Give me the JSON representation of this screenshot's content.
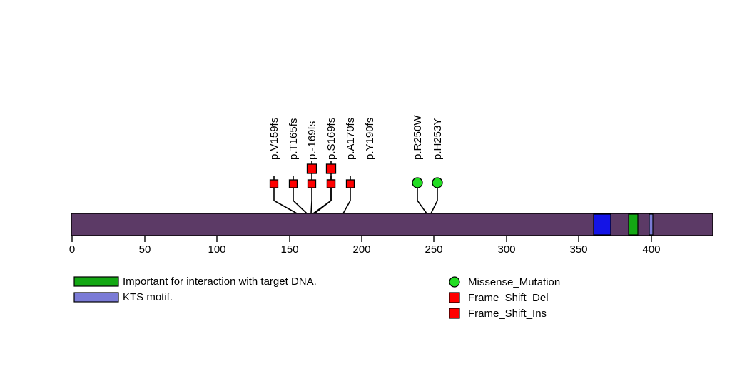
{
  "chart_data": {
    "type": "lollipop",
    "title": "",
    "xlabel": "",
    "ylabel": "",
    "xlim": [
      0,
      442
    ],
    "protein_length": 442,
    "axis": {
      "ticks": [
        0,
        50,
        100,
        150,
        200,
        250,
        300,
        350,
        400
      ],
      "tick_labels": [
        "0",
        "50",
        "100",
        "150",
        "200",
        "250",
        "300",
        "350",
        "400"
      ]
    },
    "backbone": {
      "color": "#5c3a66",
      "start": 0,
      "end": 442
    },
    "domains": [
      {
        "name": "zinc-finger-region",
        "color": "#1414e6",
        "start": 360,
        "end": 372,
        "legend": false
      },
      {
        "name": "important-for-interaction-with-target-dna",
        "color": "#14a814",
        "start": 384,
        "end": 390,
        "legend": true
      },
      {
        "name": "kts-motif",
        "color": "#7b7bd6",
        "start": 399,
        "end": 401,
        "legend": true
      }
    ],
    "mutations": [
      {
        "label": "p.V159fs",
        "position": 159,
        "type": "Frame_Shift_Del",
        "count": 1,
        "color": "#ff0000",
        "shape": "square"
      },
      {
        "label": "p.T165fs",
        "position": 165,
        "type": "Frame_Shift_Del",
        "count": 1,
        "color": "#ff0000",
        "shape": "square"
      },
      {
        "label": "p.-169fs",
        "position": 169,
        "type": "Frame_Shift_Ins",
        "count": 2,
        "color": "#ff0000",
        "shape": "square"
      },
      {
        "label": "p.S169fs",
        "position": 170,
        "type": "Frame_Shift_Del",
        "count": 2,
        "color": "#ff0000",
        "shape": "square"
      },
      {
        "label": "p.A170fs",
        "position": 171,
        "type": "Frame_Shift_Del",
        "count": 1,
        "color": "#ff0000",
        "shape": "square"
      },
      {
        "label": "p.Y190fs",
        "position": 190,
        "type": "Frame_Shift_Del",
        "count": 1,
        "color": "#ff0000",
        "shape": "square"
      },
      {
        "label": "p.R250W",
        "position": 250,
        "type": "Missense_Mutation",
        "count": 1,
        "color": "#22dd22",
        "shape": "circle"
      },
      {
        "label": "p.H253Y",
        "position": 253,
        "type": "Missense_Mutation",
        "count": 1,
        "color": "#22dd22",
        "shape": "circle"
      }
    ]
  },
  "domain_legend": {
    "items": [
      {
        "label": "Important for interaction with target DNA.",
        "color": "#14a814"
      },
      {
        "label": "KTS motif.",
        "color": "#7b7bd6"
      }
    ]
  },
  "mutation_legend": {
    "items": [
      {
        "label": "Missense_Mutation",
        "color": "#22dd22",
        "shape": "circle"
      },
      {
        "label": "Frame_Shift_Del",
        "color": "#ff0000",
        "shape": "square"
      },
      {
        "label": "Frame_Shift_Ins",
        "color": "#ff0000",
        "shape": "square"
      }
    ]
  },
  "axis_tick_labels": {
    "t0": "0",
    "t50": "50",
    "t100": "100",
    "t150": "150",
    "t200": "200",
    "t250": "250",
    "t300": "300",
    "t350": "350",
    "t400": "400"
  },
  "mutation_labels": {
    "m0": "p.V159fs",
    "m1": "p.T165fs",
    "m2": "p.-169fs",
    "m3": "p.S169fs",
    "m4": "p.A170fs",
    "m5": "p.Y190fs",
    "m6": "p.R250W",
    "m7": "p.H253Y"
  },
  "domain_legend_labels": {
    "d0": "Important for interaction with target DNA.",
    "d1": "KTS motif."
  },
  "mutation_legend_labels": {
    "g0": "Missense_Mutation",
    "g1": "Frame_Shift_Del",
    "g2": "Frame_Shift_Ins"
  }
}
